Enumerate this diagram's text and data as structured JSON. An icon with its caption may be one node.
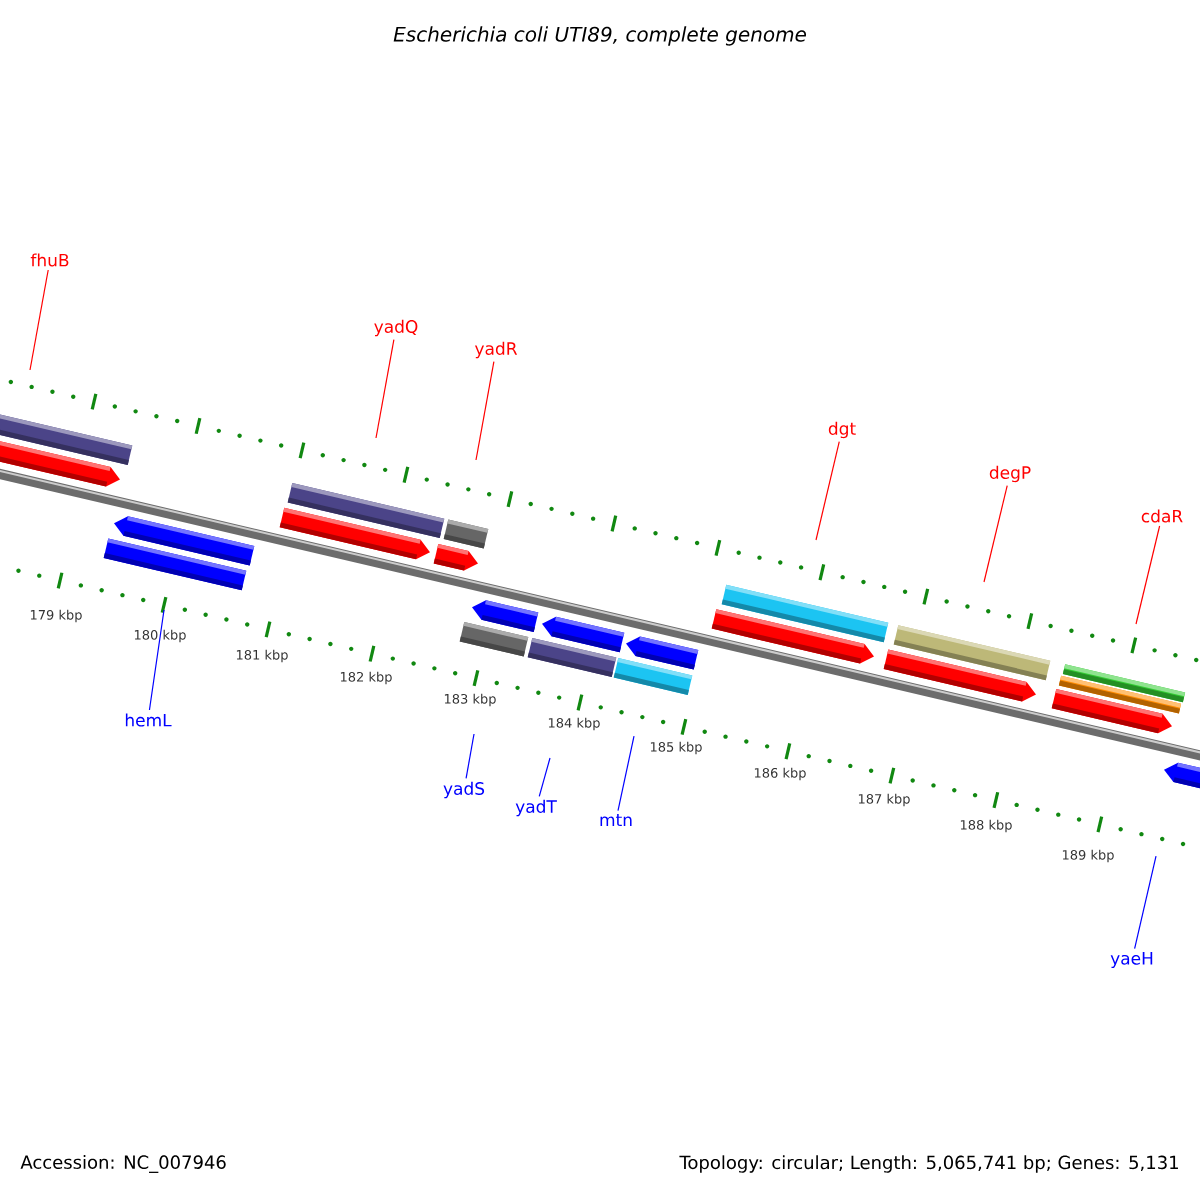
{
  "diagram": {
    "title": "Escherichia coli UTI89, complete genome",
    "nodes": [
      {
        "text": [
          "fhuB"
        ]
      },
      {
        "text": [
          "yadQ"
        ]
      },
      {
        "text": [
          "yadR"
        ]
      },
      {
        "text": [
          "dgt"
        ]
      },
      {
        "text": [
          "degP"
        ]
      },
      {
        "text": [
          "cdaR"
        ]
      },
      {
        "text": [
          "hemL"
        ]
      },
      {
        "text": [
          "yadS"
        ]
      },
      {
        "text": [
          "yadT"
        ]
      },
      {
        "text": [
          "mtn"
        ]
      },
      {
        "text": [
          "yaeH"
        ]
      }
    ],
    "edges": [
      {
        "from": 0,
        "to": null,
        "arrow": "none"
      },
      {
        "from": 1,
        "to": null,
        "arrow": "none"
      },
      {
        "from": 2,
        "to": null,
        "arrow": "none"
      },
      {
        "from": 3,
        "to": null,
        "arrow": "none"
      },
      {
        "from": 4,
        "to": null,
        "arrow": "none"
      },
      {
        "from": 5,
        "to": null,
        "arrow": "none"
      },
      {
        "from": 6,
        "to": null,
        "arrow": "none",
        "color": "#0000ff"
      },
      {
        "from": 7,
        "to": null,
        "arrow": "none",
        "color": "#0000ff"
      },
      {
        "from": 8,
        "to": null,
        "arrow": "none",
        "color": "#0000ff"
      },
      {
        "from": 9,
        "to": null,
        "arrow": "none",
        "color": "#0000ff"
      },
      {
        "from": 10,
        "to": null,
        "arrow": "none",
        "color": "#0000ff"
      }
    ],
    "labels": [
      "179 kbp",
      "180 kbp",
      "181 kbp",
      "182 kbp",
      "183 kbp",
      "184 kbp",
      "185 kbp",
      "186 kbp",
      "187 kbp",
      "188 kbp",
      "189 kbp",
      "Accession: NC_007946",
      "Topology: circular; Length: 5,065,741 bp; Genes: 5,131"
    ]
  }
}
